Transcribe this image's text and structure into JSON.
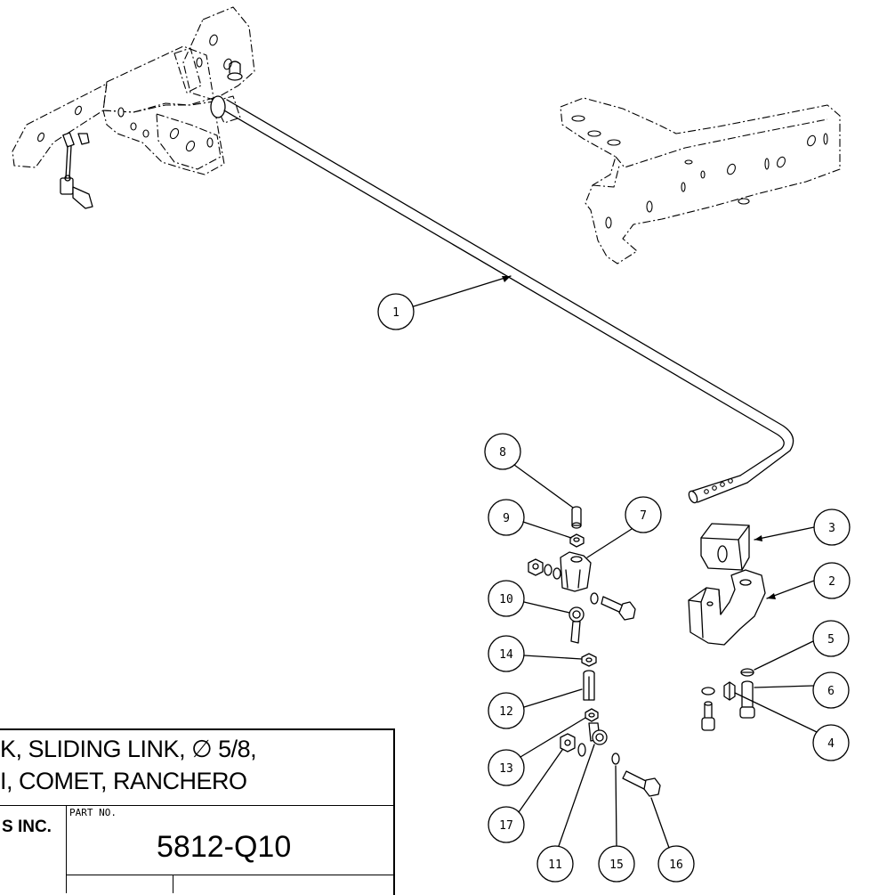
{
  "title_block": {
    "title_line1": "K, SLIDING LINK, ∅ 5/8,",
    "title_line2": "I, COMET, RANCHERO",
    "company": "S INC.",
    "part_no_label": "PART NO.",
    "part_no": "5812-Q10"
  },
  "callouts": [
    "1",
    "2",
    "3",
    "4",
    "5",
    "6",
    "7",
    "8",
    "9",
    "10",
    "11",
    "12",
    "13",
    "14",
    "15",
    "16",
    "17"
  ]
}
